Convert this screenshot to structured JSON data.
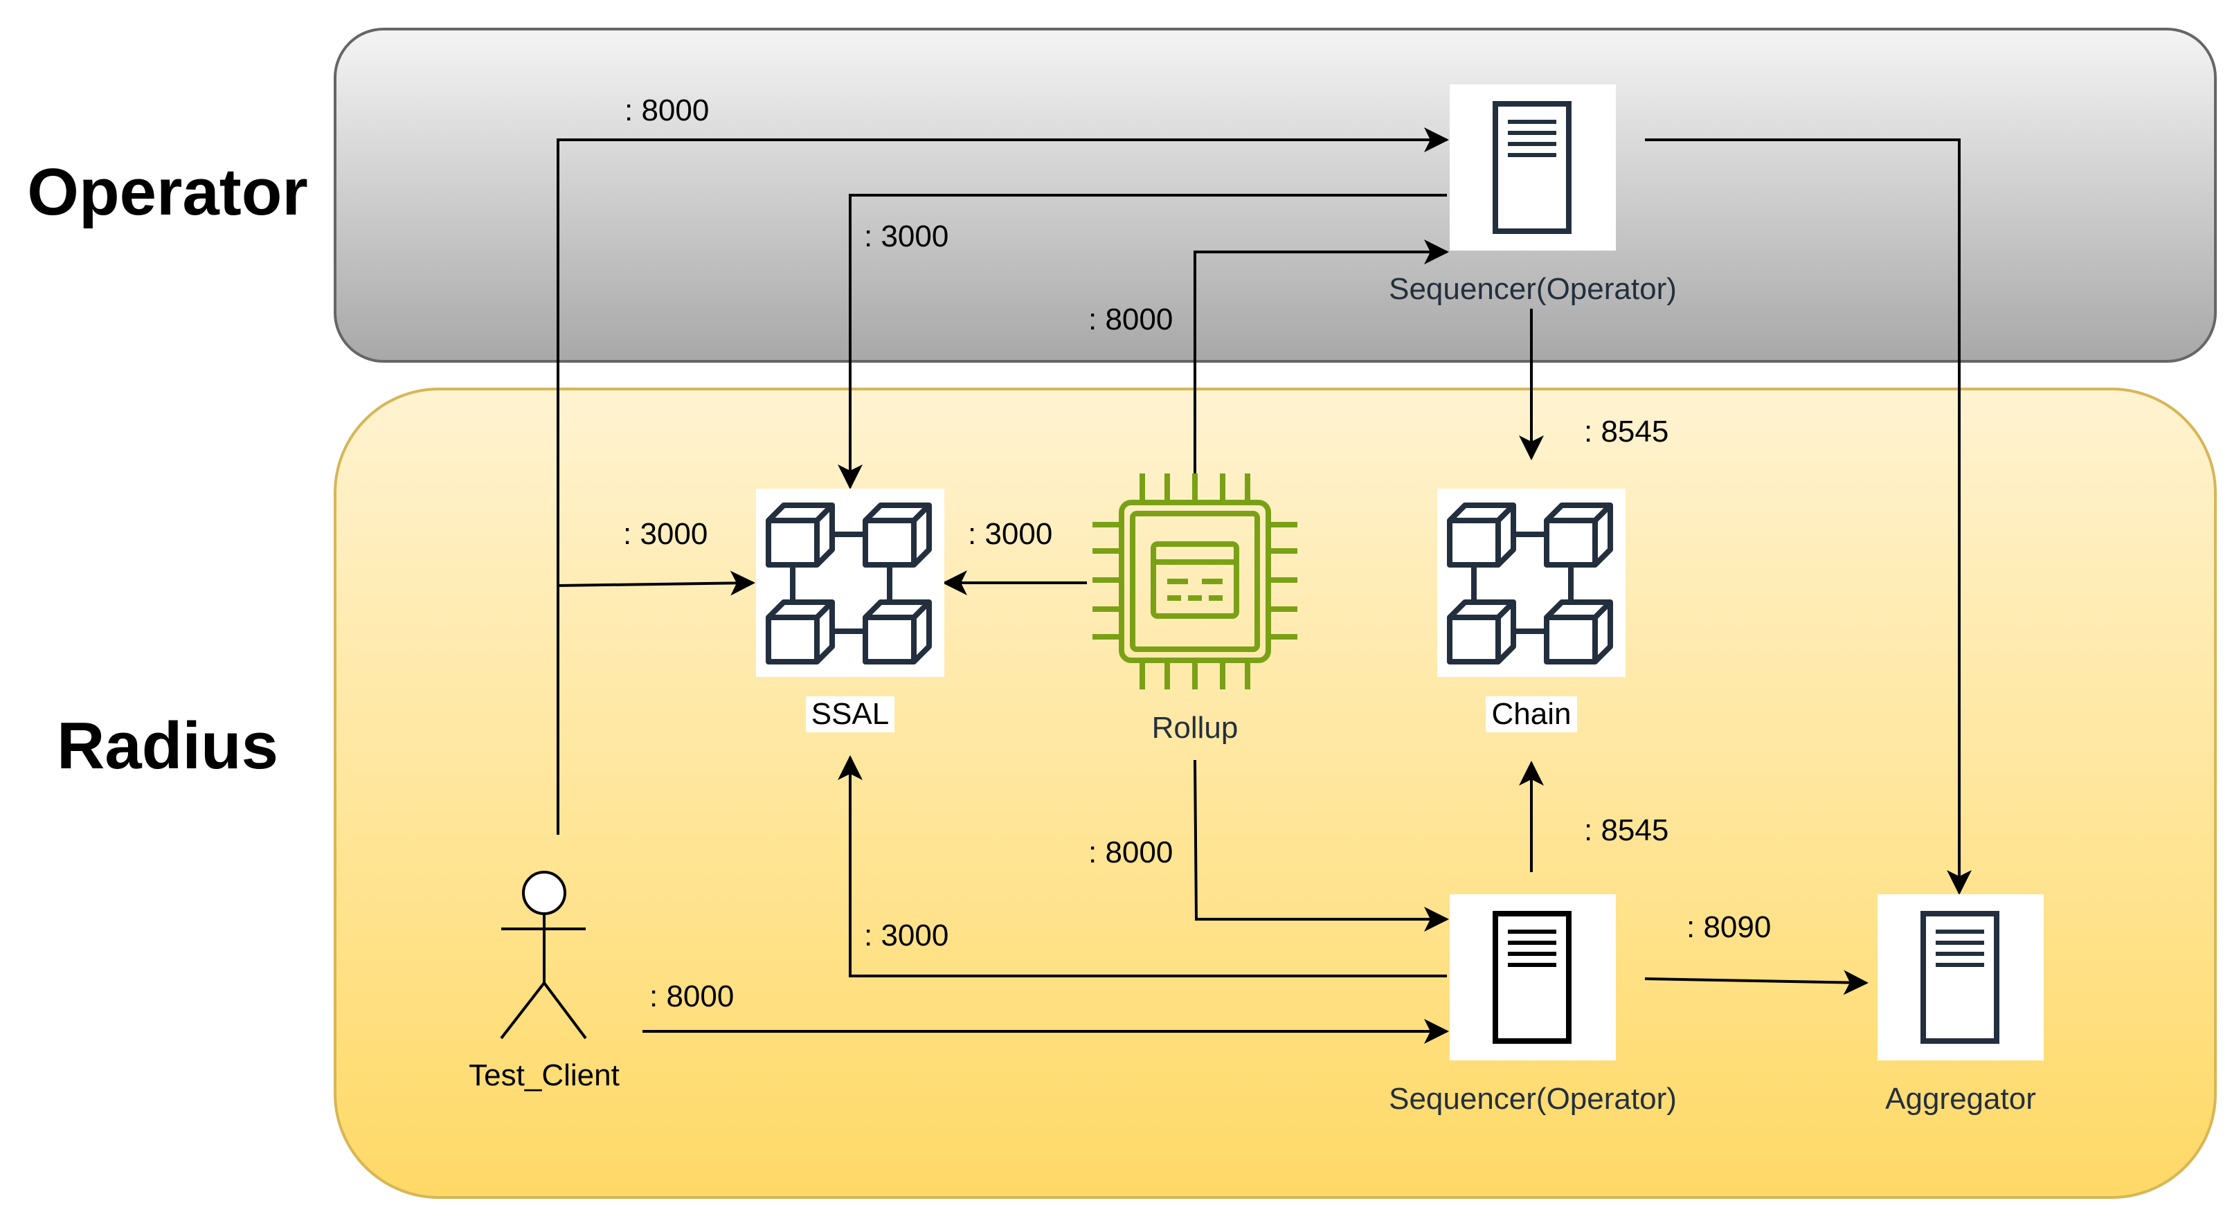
{
  "zones": {
    "operator": {
      "title": "Operator"
    },
    "radius": {
      "title": "Radius"
    }
  },
  "nodes": {
    "sequencer_operator_top": {
      "label": "Sequencer(Operator)",
      "icon": "server-icon"
    },
    "ssal": {
      "label": "SSAL",
      "icon": "blockchain-icon"
    },
    "rollup": {
      "label": "Rollup",
      "icon": "chip-icon"
    },
    "chain": {
      "label": "Chain",
      "icon": "blockchain-icon"
    },
    "test_client": {
      "label": "Test_Client",
      "icon": "stick-figure-icon"
    },
    "sequencer_operator_bottom": {
      "label": "Sequencer(Operator)",
      "icon": "server-icon"
    },
    "aggregator": {
      "label": "Aggregator",
      "icon": "server-icon"
    }
  },
  "edges": {
    "client_to_top_sequencer": {
      "port": ": 8000"
    },
    "top_sequencer_to_ssal": {
      "port": ": 3000"
    },
    "rollup_to_top_sequencer": {
      "port": ": 8000"
    },
    "top_sequencer_to_chain": {
      "port": ": 8545"
    },
    "client_to_ssal": {
      "port": ": 3000"
    },
    "rollup_to_ssal": {
      "port": ": 3000"
    },
    "rollup_to_bottom_sequencer": {
      "port": ": 8000"
    },
    "bottom_sequencer_to_chain": {
      "port": ": 8545"
    },
    "bottom_sequencer_to_ssal": {
      "port": ": 3000"
    },
    "client_to_bottom_sequencer": {
      "port": ": 8000"
    },
    "bottom_sequencer_to_aggregator": {
      "port": ": 8090"
    }
  },
  "colors": {
    "operator_zone_top": "#F2F2F2",
    "operator_zone_bottom": "#A9A9A9",
    "radius_zone_top": "#FFF2CC",
    "radius_zone_bottom": "#FFD966",
    "rollup_green": "#7AA116",
    "icon_dark": "#232F3E"
  }
}
